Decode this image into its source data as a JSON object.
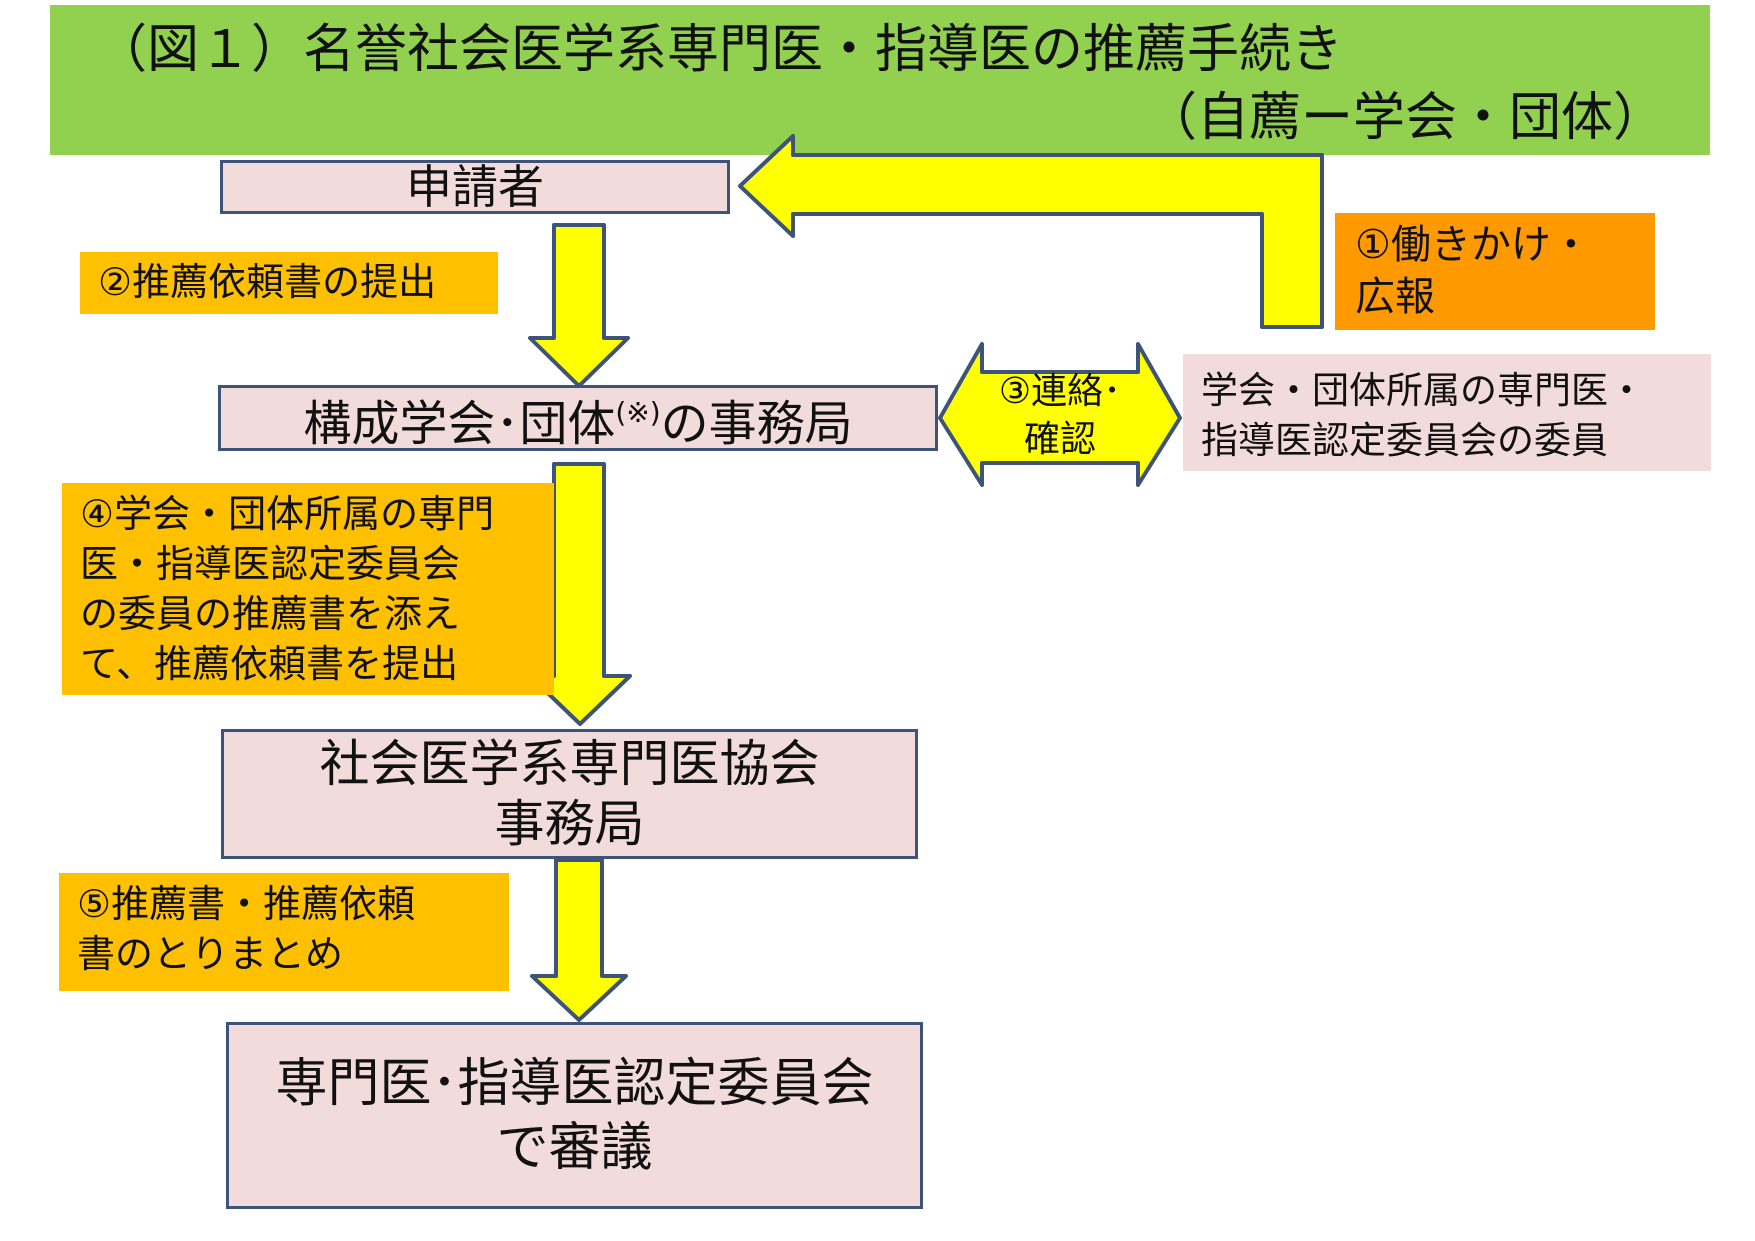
{
  "header": {
    "title_line1": "（図１）名誉社会医学系専門医・指導医の推薦手続き",
    "title_line2": "（自薦ー学会・団体）"
  },
  "boxes": {
    "applicant": "申請者",
    "society_office_main": "構成学会･団体",
    "society_office_note": "(※)",
    "society_office_tail": "の事務局",
    "council_office": "社会医学系専門医協会\n事務局",
    "committee": "専門医･指導医認定委員会\nで審議",
    "members": "学会・団体所属の専門医・\n指導医認定委員会の委員"
  },
  "steps": {
    "step1": "①働きかけ・\n広報",
    "step2": "②推薦依頼書の提出",
    "step3": "③連絡･\n確認",
    "step4": "④学会・団体所属の専門\n医・指導医認定委員会\nの委員の推薦書を添え\nて、推薦依頼書を提出",
    "step5": "⑤推薦書・推薦依頼\n書のとりまとめ"
  },
  "colors": {
    "header_bg": "#92d050",
    "box_fill": "#f2dcdb",
    "box_border": "#3d5379",
    "step_fill": "#ffc000",
    "step1_fill": "#ff9900",
    "arrow_fill": "#ffff00",
    "arrow_stroke": "#3d5379"
  }
}
